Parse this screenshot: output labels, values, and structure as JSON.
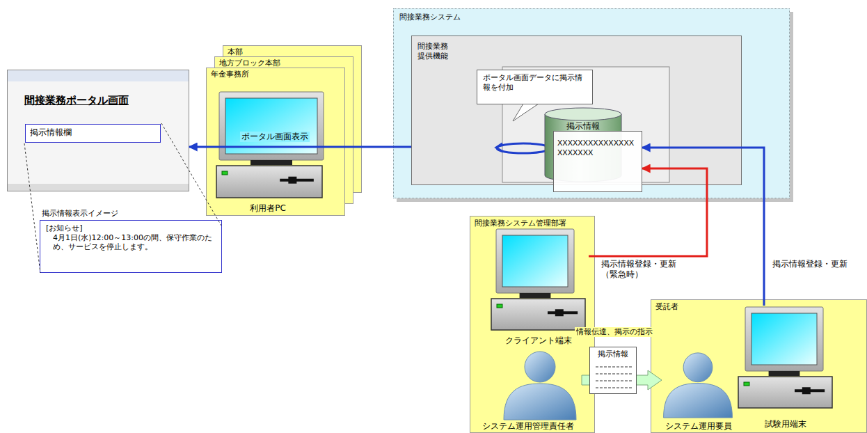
{
  "diagram": {
    "nodes": [
      {
        "text": [
          "間接業務ポータル画面"
        ]
      },
      {
        "text": [
          "掲示情報欄"
        ],
        "in": 0
      },
      {
        "text": [
          "掲示情報表示イメージ",
          "[お知らせ]",
          "4月1日(水)12:00～13:00の間、保守作業のため、サービスを停止します。"
        ]
      },
      {
        "text": [
          "本部"
        ]
      },
      {
        "text": [
          "地方ブロック本部"
        ]
      },
      {
        "text": [
          "年金事務所"
        ]
      },
      {
        "text": [
          "利用者PC"
        ],
        "in": 5
      },
      {
        "text": [
          "間接業務システム"
        ]
      },
      {
        "text": [
          "間接業務 提供機能"
        ],
        "in": 7
      },
      {
        "text": [
          "ポータル画面データに掲示情報を付加"
        ],
        "in": 8
      },
      {
        "text": [
          "掲示情報"
        ],
        "in": 8
      },
      {
        "text": [
          "XXXXXXXXXXXXXXX XXXXXXX"
        ],
        "in": 8
      },
      {
        "text": [
          "間接業務システム管理部署"
        ]
      },
      {
        "text": [
          "クライアント端末"
        ],
        "in": 12
      },
      {
        "text": [
          "システム運用管理責任者"
        ],
        "in": 12
      },
      {
        "text": [
          "掲示情報"
        ]
      },
      {
        "text": [
          "受託者"
        ]
      },
      {
        "text": [
          "システム運用要員"
        ],
        "in": 16
      },
      {
        "text": [
          "試験用端末"
        ],
        "in": 16
      }
    ],
    "edges": [
      {
        "from": 8,
        "to": 0,
        "arrow": "to",
        "label": "ポータル画面表示"
      },
      {
        "from": 13,
        "to": 11,
        "arrow": "to",
        "label": "掲示情報登録・更新 （緊急時）"
      },
      {
        "from": 18,
        "to": 11,
        "arrow": "to",
        "label": "掲示情報登録・更新"
      },
      {
        "from": 14,
        "to": 17,
        "arrow": "to",
        "label": "情報伝達、掲示の指示"
      }
    ]
  }
}
